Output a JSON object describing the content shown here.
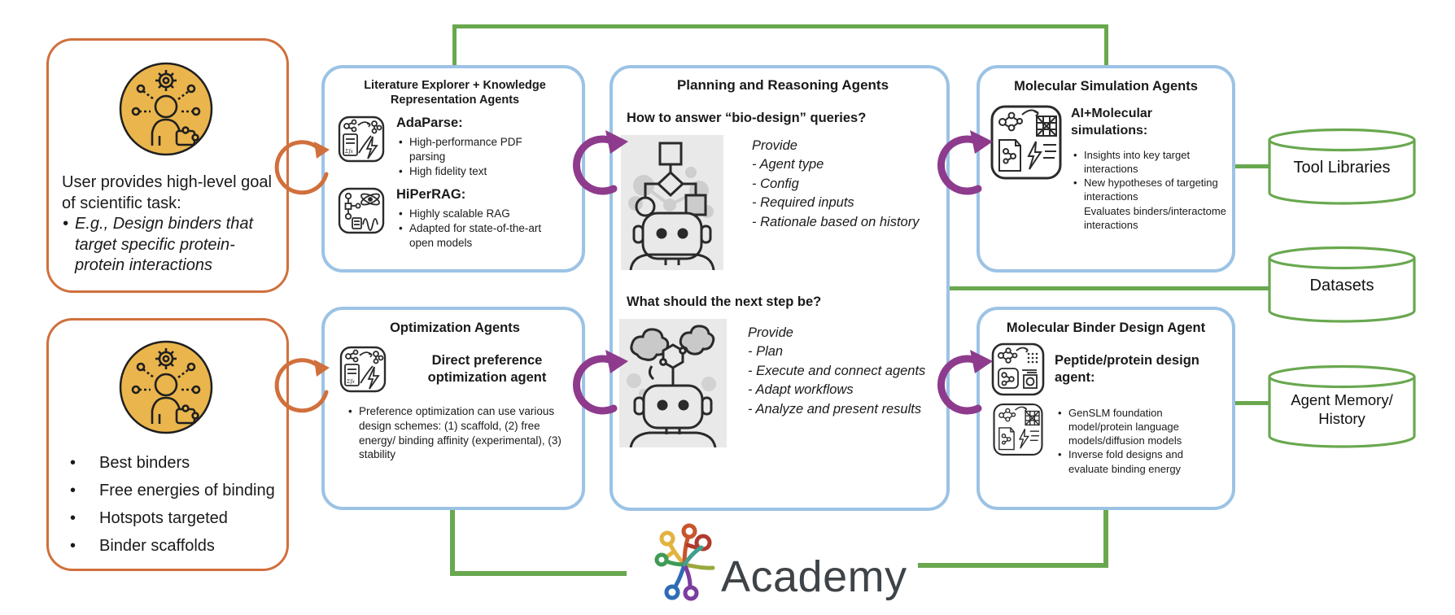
{
  "colors": {
    "orange_accent": "#D0703C",
    "blue_accent": "#9CC3E5",
    "green_accent": "#69A84F",
    "purple_accent": "#8E3B8D",
    "yellow_icon": "#EAB54C",
    "logo_text_color": "#3E4347"
  },
  "user_goal_box": {
    "intro": "User provides high-level goal of scientific task:",
    "example": "E.g., Design binders that target specific protein-protein interactions"
  },
  "results_box": {
    "items": [
      "Best binders",
      "Free energies of binding",
      "Hotspots targeted",
      "Binder scaffolds"
    ]
  },
  "literature_box": {
    "title": "Literature Explorer + Knowledge Representation Agents",
    "adaparse": {
      "name": "AdaParse:",
      "bullets": [
        "High-performance PDF parsing",
        "High fidelity text"
      ]
    },
    "hiperrag": {
      "name": "HiPerRAG:",
      "bullets": [
        "Highly scalable RAG",
        "Adapted for state-of-the-art open models"
      ]
    }
  },
  "optimization_box": {
    "title": "Optimization Agents",
    "agent_name": "Direct preference optimization agent",
    "bullet": "Preference optimization can use various design schemes: (1) scaffold, (2) free energy/ binding affinity (experimental), (3) stability"
  },
  "planning_box": {
    "title": "Planning and Reasoning Agents",
    "q1": {
      "question": "How to answer “bio-design” queries?",
      "lines": [
        "Provide",
        "- Agent type",
        "- Config",
        "- Required inputs",
        "- Rationale based on history"
      ]
    },
    "q2": {
      "question": "What should the next step be?",
      "lines": [
        "Provide",
        "- Plan",
        "- Execute and connect agents",
        "- Adapt workflows",
        "- Analyze and present results"
      ]
    }
  },
  "simulation_box": {
    "title": "Molecular Simulation Agents",
    "heading": "AI+Molecular simulations:",
    "bullets": [
      "Insights into key target interactions",
      "New hypotheses of targeting interactions"
    ],
    "continuation": "Evaluates binders/interactome interactions"
  },
  "binder_box": {
    "title": "Molecular Binder Design Agent",
    "heading": "Peptide/protein design agent:",
    "bullets": [
      "GenSLM foundation model/protein language models/diffusion models",
      "Inverse fold designs and evaluate binding energy"
    ]
  },
  "stores": [
    {
      "label": "Tool Libraries"
    },
    {
      "label": "Datasets"
    },
    {
      "label": "Agent Memory/ History"
    }
  ],
  "logo": {
    "text": "Academy"
  }
}
